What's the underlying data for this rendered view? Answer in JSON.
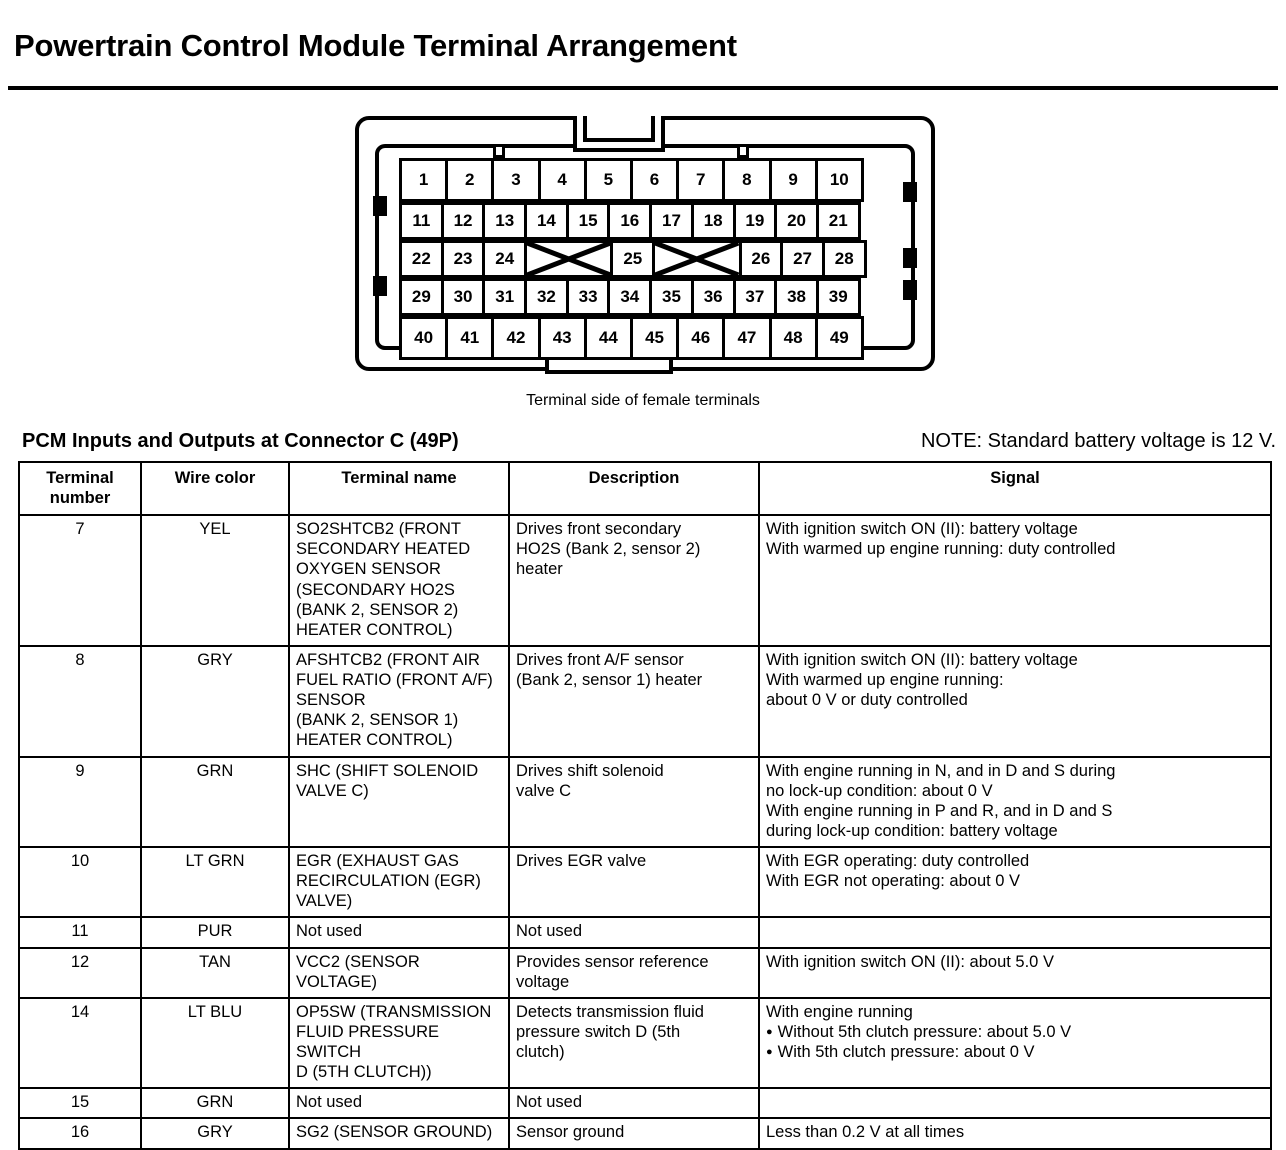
{
  "page_title": "Powertrain Control Module Terminal Arrangement",
  "connector": {
    "caption": "Terminal side of female terminals",
    "rows": [
      {
        "type": "wide",
        "cells": [
          "1",
          "2",
          "3",
          "4",
          "5",
          "6",
          "7",
          "8",
          "9",
          "10"
        ]
      },
      {
        "type": "narrow",
        "cells": [
          "11",
          "12",
          "13",
          "14",
          "15",
          "16",
          "17",
          "18",
          "19",
          "20",
          "21"
        ]
      },
      {
        "type": "narrow",
        "cells": [
          "22",
          "23",
          "24",
          "X",
          "25",
          "X",
          "26",
          "27",
          "28"
        ]
      },
      {
        "type": "narrow",
        "cells": [
          "29",
          "30",
          "31",
          "32",
          "33",
          "34",
          "35",
          "36",
          "37",
          "38",
          "39"
        ]
      },
      {
        "type": "wide",
        "cells": [
          "40",
          "41",
          "42",
          "43",
          "44",
          "45",
          "46",
          "47",
          "48",
          "49"
        ]
      }
    ]
  },
  "section": {
    "title": "PCM Inputs and Outputs at Connector C (49P)",
    "note": "NOTE: Standard battery voltage is 12 V."
  },
  "table": {
    "headers": {
      "terminal_number_line1": "Terminal",
      "terminal_number_line2": "number",
      "wire_color": "Wire color",
      "terminal_name": "Terminal name",
      "description": "Description",
      "signal": "Signal"
    },
    "rows": [
      {
        "terminal": "7",
        "wire_color": "YEL",
        "terminal_name": [
          "SO2SHTCB2 (FRONT",
          "SECONDARY HEATED",
          "OXYGEN SENSOR",
          "(SECONDARY HO2S",
          "(BANK 2, SENSOR 2)",
          "HEATER CONTROL)"
        ],
        "description": [
          "Drives front secondary",
          "HO2S (Bank 2, sensor 2)",
          "heater"
        ],
        "signal": [
          "With ignition switch ON (II): battery voltage",
          "With warmed up engine running: duty controlled"
        ]
      },
      {
        "terminal": "8",
        "wire_color": "GRY",
        "terminal_name": [
          "AFSHTCB2 (FRONT AIR",
          "FUEL RATIO (FRONT A/F)",
          "SENSOR",
          "(BANK 2, SENSOR 1)",
          "HEATER CONTROL)"
        ],
        "description": [
          "Drives front A/F sensor",
          "(Bank 2, sensor 1) heater"
        ],
        "signal": [
          "With ignition switch ON (II): battery voltage",
          "With warmed up engine running:",
          "about 0 V or duty controlled"
        ]
      },
      {
        "terminal": "9",
        "wire_color": "GRN",
        "terminal_name": [
          "SHC (SHIFT SOLENOID",
          "VALVE C)"
        ],
        "description": [
          "Drives shift solenoid",
          "valve C"
        ],
        "signal": [
          "With engine running in N, and in D and S during",
          "no lock-up condition: about 0 V",
          "With engine running in P and R, and in D and S",
          "during lock-up condition: battery voltage"
        ]
      },
      {
        "terminal": "10",
        "wire_color": "LT GRN",
        "terminal_name": [
          "EGR (EXHAUST GAS",
          "RECIRCULATION (EGR)",
          "VALVE)"
        ],
        "description": [
          "Drives EGR valve"
        ],
        "signal": [
          "With EGR operating: duty controlled",
          "With EGR not operating: about 0 V"
        ]
      },
      {
        "terminal": "11",
        "wire_color": "PUR",
        "terminal_name": [
          "Not used"
        ],
        "description": [
          "Not used"
        ],
        "signal": []
      },
      {
        "terminal": "12",
        "wire_color": "TAN",
        "terminal_name": [
          "VCC2 (SENSOR VOLTAGE)"
        ],
        "description": [
          "Provides sensor reference",
          "voltage"
        ],
        "signal": [
          "With ignition switch ON (II): about 5.0 V"
        ]
      },
      {
        "terminal": "14",
        "wire_color": "LT BLU",
        "terminal_name": [
          "OP5SW (TRANSMISSION",
          "FLUID PRESSURE SWITCH",
          "D (5TH CLUTCH))"
        ],
        "description": [
          "Detects transmission fluid",
          "pressure switch D (5th",
          "clutch)"
        ],
        "signal": [
          "With engine running"
        ],
        "signal_bullets": [
          "Without 5th clutch pressure: about 5.0 V",
          "With 5th clutch pressure: about 0 V"
        ]
      },
      {
        "terminal": "15",
        "wire_color": "GRN",
        "terminal_name": [
          "Not used"
        ],
        "description": [
          "Not used"
        ],
        "signal": []
      },
      {
        "terminal": "16",
        "wire_color": "GRY",
        "terminal_name": [
          "SG2 (SENSOR GROUND)"
        ],
        "description": [
          "Sensor ground"
        ],
        "signal": [
          "Less than 0.2 V at all times"
        ]
      }
    ]
  }
}
